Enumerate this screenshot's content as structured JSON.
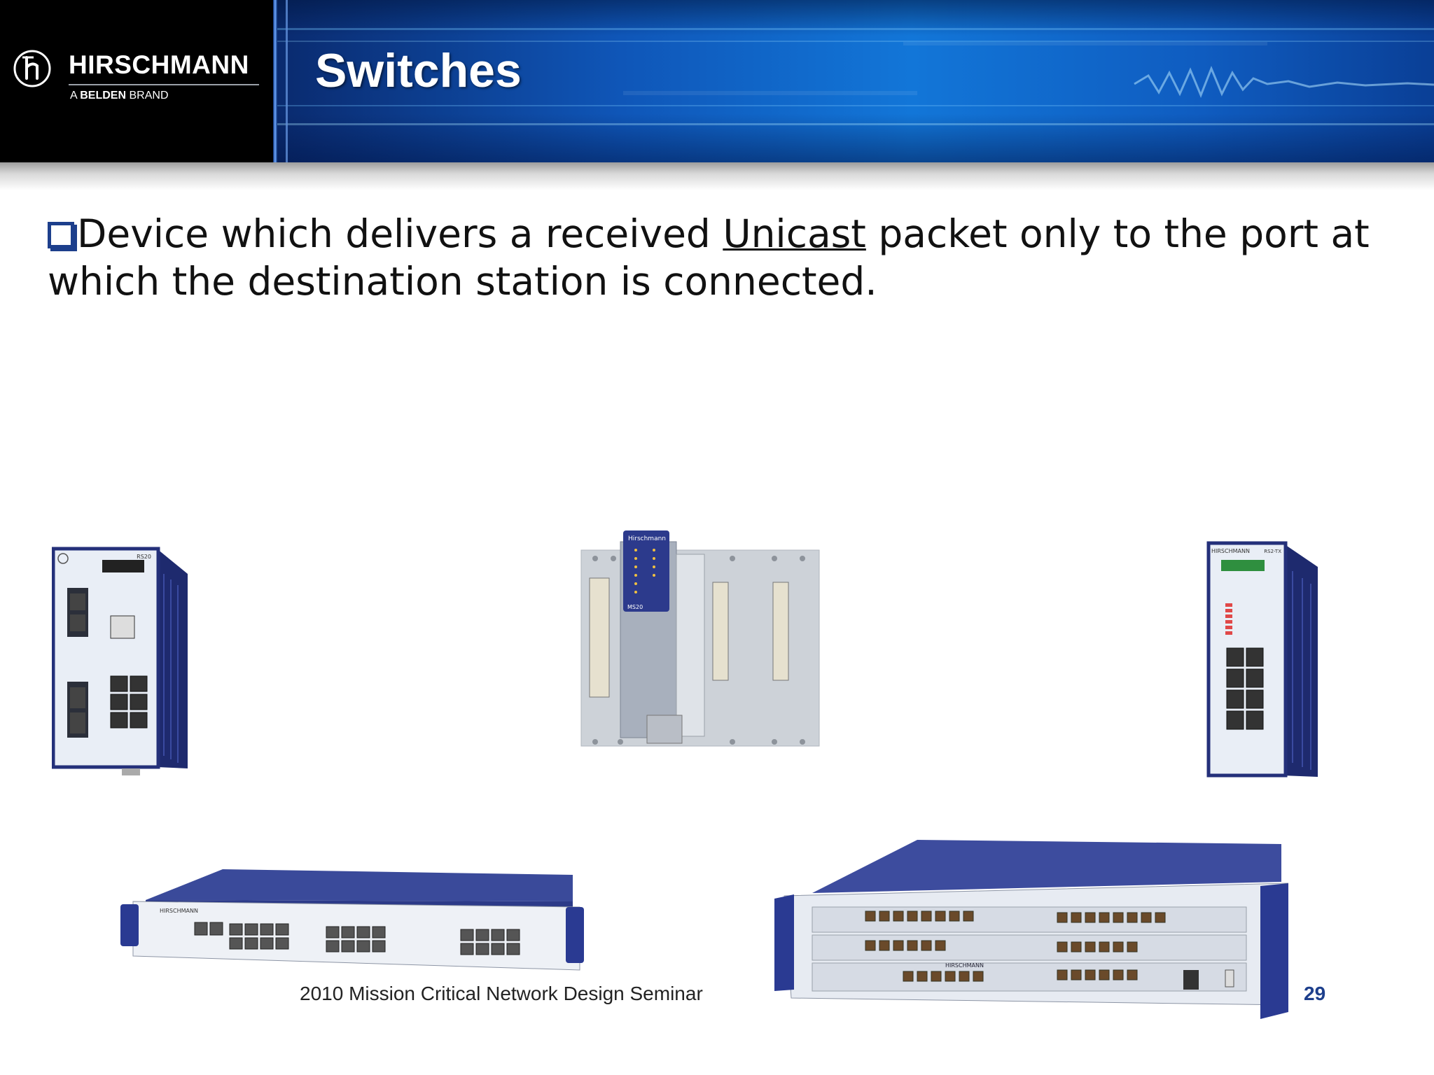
{
  "header": {
    "brand_name": "HIRSCHMANN",
    "brand_sub_prefix": "A",
    "brand_sub_bold": "BELDEN",
    "brand_sub_suffix": "BRAND",
    "title": "Switches"
  },
  "body": {
    "text_before": "Device which delivers a received ",
    "text_underlined": "Unicast",
    "text_after": " packet only to the port at which the destination station is connected."
  },
  "footer": {
    "seminar": "2010 Mission Critical Network Design Seminar",
    "page_number": "29"
  },
  "devices": {
    "rs20_model": "RS20",
    "ms20_brand": "Hirschmann",
    "ms20_model": "MS20",
    "rs2tx_brand": "HIRSCHMANN",
    "rs2tx_model": "RS2-TX",
    "rack_brand_1": "HIRSCHMANN",
    "rack_brand_2": "HIRSCHMANN"
  },
  "colors": {
    "accent_blue": "#1d3f8c",
    "device_navy": "#24307a"
  }
}
